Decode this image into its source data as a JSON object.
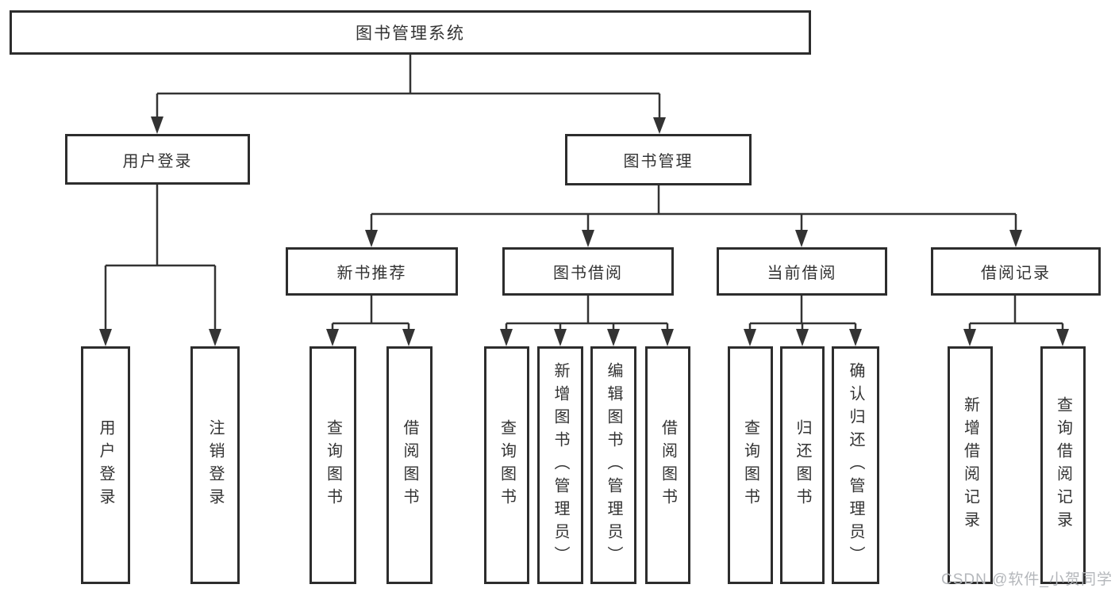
{
  "diagram": {
    "root": {
      "label": "图书管理系统"
    },
    "branches": [
      {
        "id": "user-login",
        "label": "用户登录"
      },
      {
        "id": "book-management",
        "label": "图书管理"
      }
    ],
    "modules": [
      {
        "id": "new-book-recommend",
        "label": "新书推荐",
        "parent": "图书管理"
      },
      {
        "id": "book-borrow",
        "label": "图书借阅",
        "parent": "图书管理"
      },
      {
        "id": "current-borrow",
        "label": "当前借阅",
        "parent": "图书管理"
      },
      {
        "id": "borrow-records",
        "label": "借阅记录",
        "parent": "图书管理"
      }
    ],
    "leaves": [
      {
        "id": "user-login",
        "label": "用户登录",
        "parent": "用户登录"
      },
      {
        "id": "logout",
        "label": "注销登录",
        "parent": "用户登录"
      },
      {
        "id": "recommend-query-books",
        "label": "查询图书",
        "parent": "新书推荐"
      },
      {
        "id": "recommend-borrow-books",
        "label": "借阅图书",
        "parent": "新书推荐"
      },
      {
        "id": "borrow-query-books",
        "label": "查询图书",
        "parent": "图书借阅"
      },
      {
        "id": "add-book-admin",
        "label": "新增图书（管理员）",
        "parent": "图书借阅"
      },
      {
        "id": "edit-book-admin",
        "label": "编辑图书（管理员）",
        "parent": "图书借阅"
      },
      {
        "id": "borrow-borrow-books",
        "label": "借阅图书",
        "parent": "图书借阅"
      },
      {
        "id": "current-query-books",
        "label": "查询图书",
        "parent": "当前借阅"
      },
      {
        "id": "return-book",
        "label": "归还图书",
        "parent": "当前借阅"
      },
      {
        "id": "confirm-return-admin",
        "label": "确认归还（管理员）",
        "parent": "当前借阅"
      },
      {
        "id": "add-borrow-record",
        "label": "新增借阅记录",
        "parent": "借阅记录"
      },
      {
        "id": "query-borrow-record",
        "label": "查询借阅记录",
        "parent": "借阅记录"
      }
    ]
  },
  "watermark": {
    "text": "CSDN @软件_小贺同学"
  },
  "colors": {
    "line": "#333333",
    "box_border": "#2d2d2d",
    "text": "#333333",
    "watermark": "#b4b7bb",
    "background": "#ffffff"
  }
}
